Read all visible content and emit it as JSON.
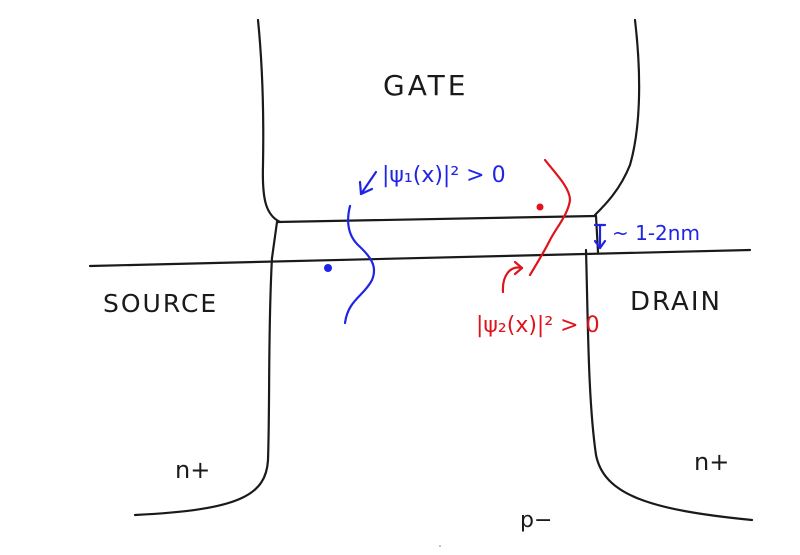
{
  "labels": {
    "gate": "GATE",
    "source": "SOURCE",
    "drain": "DRAIN",
    "n_plus_left": "n+",
    "n_plus_right": "n+",
    "p_minus": "p−",
    "psi1": "|ψ₁(x)|² > 0",
    "psi2": "|ψ₂(x)|² > 0",
    "oxide_thickness": "~ 1-2nm"
  },
  "colors": {
    "ink": "#1a1a1a",
    "electron_1": "#1f24e6",
    "electron_2": "#e0121b"
  }
}
